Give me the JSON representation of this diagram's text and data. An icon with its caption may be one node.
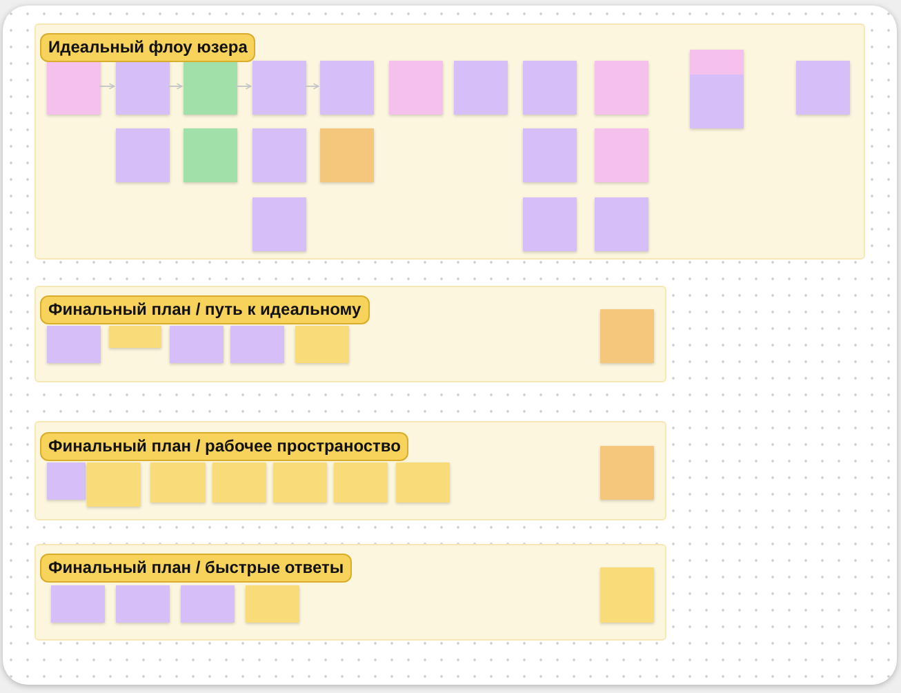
{
  "diagram": {
    "nodes": [
      {
        "text": [
          "Идеальный флоу юзера"
        ]
      },
      {
        "text": [],
        "shape": "box",
        "in": 0
      },
      {
        "text": [],
        "shape": "box",
        "in": 0
      },
      {
        "text": [],
        "shape": "box",
        "in": 0
      },
      {
        "text": [],
        "shape": "box",
        "in": 0
      },
      {
        "text": [],
        "shape": "box",
        "in": 0
      },
      {
        "text": [],
        "shape": "box",
        "in": 0
      },
      {
        "text": [],
        "shape": "box",
        "in": 0
      },
      {
        "text": [],
        "shape": "box",
        "in": 0
      },
      {
        "text": [],
        "shape": "box",
        "in": 0
      },
      {
        "text": [],
        "shape": "box",
        "in": 0
      },
      {
        "text": [],
        "shape": "box",
        "in": 0
      },
      {
        "text": [],
        "shape": "box",
        "in": 0
      },
      {
        "text": [],
        "shape": "box",
        "in": 0
      },
      {
        "text": [],
        "shape": "box",
        "in": 0
      },
      {
        "text": [],
        "shape": "box",
        "in": 0
      },
      {
        "text": [],
        "shape": "box",
        "in": 0
      },
      {
        "text": [],
        "shape": "box",
        "in": 0
      },
      {
        "text": [],
        "shape": "box",
        "in": 0
      },
      {
        "text": [],
        "shape": "box",
        "in": 0
      },
      {
        "text": [],
        "shape": "box",
        "in": 0
      },
      {
        "text": [
          "Финальный план / путь к идеальному"
        ]
      },
      {
        "text": [],
        "shape": "box",
        "in": 21
      },
      {
        "text": [],
        "shape": "box",
        "in": 21
      },
      {
        "text": [],
        "shape": "box",
        "in": 21
      },
      {
        "text": [],
        "shape": "box",
        "in": 21
      },
      {
        "text": [],
        "shape": "box",
        "in": 21
      },
      {
        "text": [],
        "shape": "box",
        "in": 21
      },
      {
        "text": [
          "Финальный план / рабочее пространоство"
        ]
      },
      {
        "text": [],
        "shape": "box",
        "in": 28
      },
      {
        "text": [],
        "shape": "box",
        "in": 28
      },
      {
        "text": [],
        "shape": "box",
        "in": 28
      },
      {
        "text": [],
        "shape": "box",
        "in": 28
      },
      {
        "text": [],
        "shape": "box",
        "in": 28
      },
      {
        "text": [],
        "shape": "box",
        "in": 28
      },
      {
        "text": [],
        "shape": "box",
        "in": 28
      },
      {
        "text": [],
        "shape": "box",
        "in": 28
      },
      {
        "text": [
          "Финальный план / быстрые ответы"
        ]
      },
      {
        "text": [],
        "shape": "box",
        "in": 37
      },
      {
        "text": [],
        "shape": "box",
        "in": 37
      },
      {
        "text": [],
        "shape": "box",
        "in": 37
      },
      {
        "text": [],
        "shape": "box",
        "in": 37
      },
      {
        "text": [],
        "shape": "box",
        "in": 37
      }
    ],
    "edges": [
      {
        "from": 1,
        "to": 2,
        "arrow": "to"
      },
      {
        "from": 2,
        "to": 3,
        "arrow": "to"
      },
      {
        "from": 3,
        "to": 4,
        "arrow": "to"
      },
      {
        "from": 4,
        "to": 5,
        "arrow": "to"
      }
    ]
  }
}
